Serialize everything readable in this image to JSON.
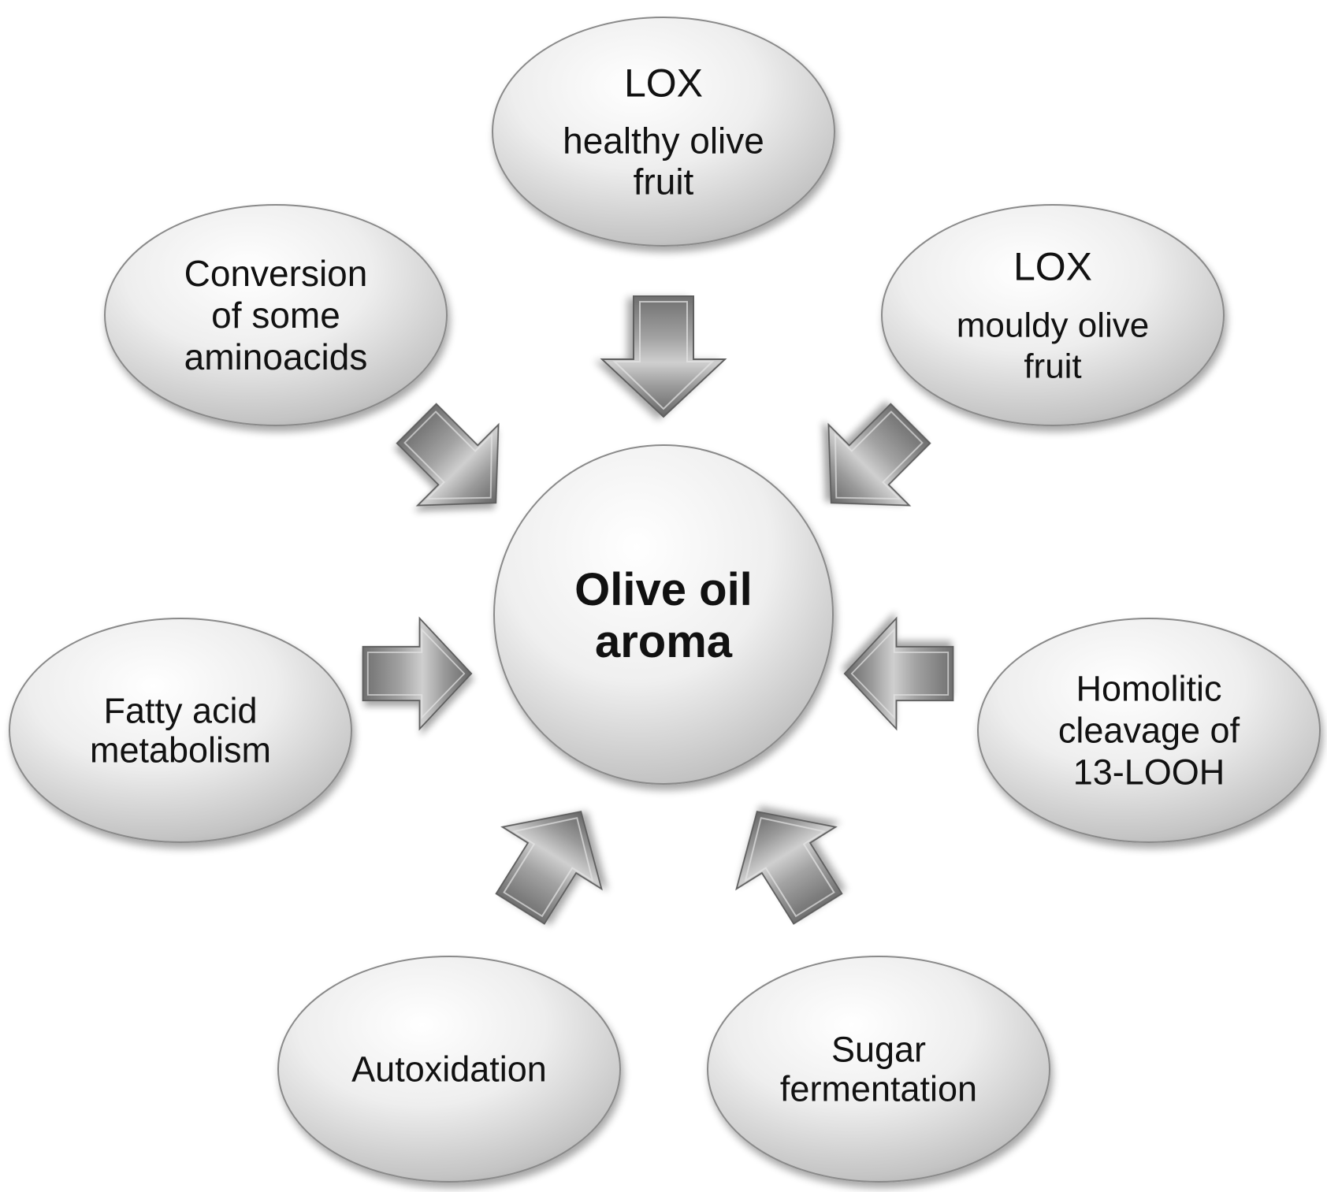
{
  "center": {
    "label_lines": [
      "Olive oil",
      "aroma"
    ]
  },
  "sources": [
    {
      "id": "lox-healthy",
      "title": "LOX",
      "lines": [
        "healthy olive",
        "fruit"
      ]
    },
    {
      "id": "lox-mouldy",
      "title": "LOX",
      "lines": [
        "mouldy olive",
        "fruit"
      ]
    },
    {
      "id": "homolitic",
      "title": "",
      "lines": [
        "Homolitic",
        "cleavage of",
        "13-LOOH"
      ]
    },
    {
      "id": "sugar-fermentation",
      "title": "",
      "lines": [
        "Sugar",
        "fermentation"
      ]
    },
    {
      "id": "autoxidation",
      "title": "",
      "lines": [
        "Autoxidation"
      ]
    },
    {
      "id": "fatty-acid",
      "title": "",
      "lines": [
        "Fatty acid",
        "metabolism"
      ]
    },
    {
      "id": "aminoacids",
      "title": "",
      "lines": [
        "Conversion",
        "of some",
        "aminoacids"
      ]
    }
  ],
  "colors": {
    "node_fill_light": "#ffffff",
    "node_fill_dark": "#b4b4b4",
    "node_stroke": "#8a8a8a",
    "arrow_light": "#d2d2d2",
    "arrow_dark": "#6e6e6e",
    "text": "#111111"
  }
}
